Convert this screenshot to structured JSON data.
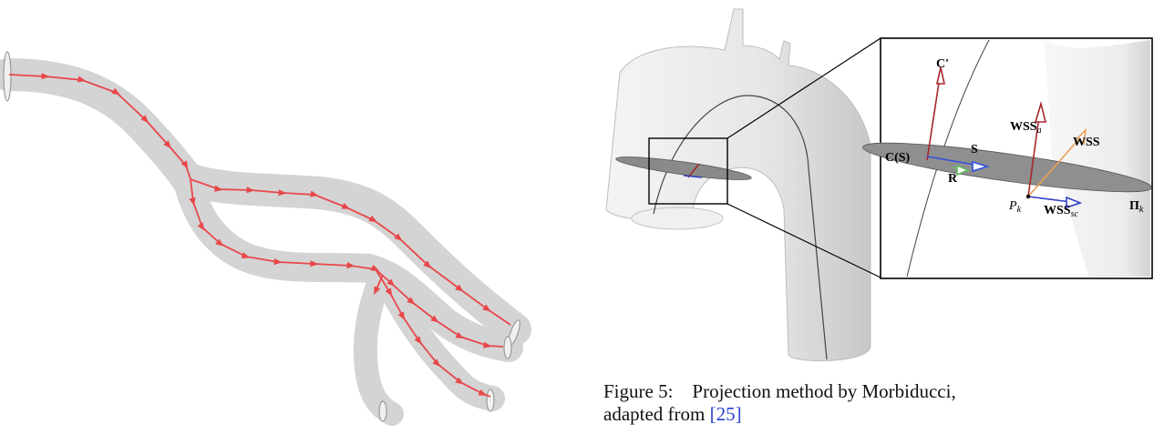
{
  "right_figure": {
    "labels": {
      "c_prime": "C'",
      "c_s": "C(S)",
      "s": "S",
      "r": "R",
      "wss_a": "WSS",
      "wss_a_sub": "a",
      "wss": "WSS",
      "p_k": "P",
      "p_k_sub": "k",
      "wss_sc": "WSS",
      "wss_sc_sub": "sc",
      "pi_k": "Π",
      "pi_k_sub": "k"
    }
  },
  "caption": {
    "label": "Figure 5:",
    "text": "Projection method by Morbiducci,",
    "line2_prefix": "adapted from ",
    "ref": "[25]"
  },
  "colors": {
    "vessel": "#d2d2d2",
    "streamline": "#e8474a",
    "wss_a_arrow": "#a8262b",
    "wss_arrow": "#e8a257",
    "wss_sc_arrow": "#3040c8",
    "s_arrow": "#3050e0",
    "r_arrow": "#5fb85f"
  }
}
